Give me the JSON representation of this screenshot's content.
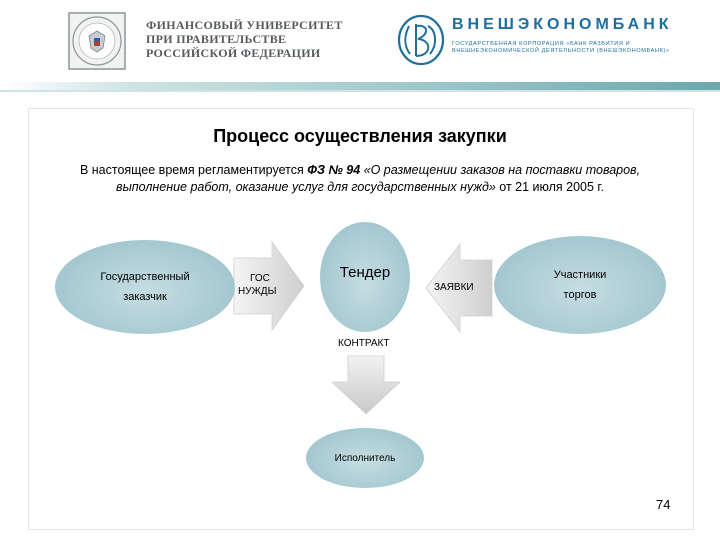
{
  "header": {
    "university_name_lines": [
      "ФИНАНСОВЫЙ УНИВЕРСИТЕТ",
      "ПРИ ПРАВИТЕЛЬСТВЕ",
      "РОССИЙСКОЙ ФЕДЕРАЦИИ"
    ],
    "bank_name": "ВНЕШЭКОНОМБАНК",
    "bank_sub_lines": [
      "ГОСУДАРСТВЕННАЯ КОРПОРАЦИЯ «БАНК РАЗВИТИЯ И",
      "ВНЕШНЕЭКОНОМИЧЕСКОЙ ДЕЯТЕЛЬНОСТИ (ВНЕШЭКОНОМБАНК)»"
    ],
    "accent_color": "#1f6f9c"
  },
  "slide": {
    "title": "Процесс осуществления закупки",
    "intro_lead": "В настоящее время регламентируется ",
    "intro_bold_italic": "ФЗ № 94",
    "intro_italic": " «О размещении заказов на поставки товаров, выполнение работ, оказание услуг для государственных нужд»",
    "intro_tail": " от 21 июля 2005 г.",
    "page_number": "74"
  },
  "diagram": {
    "nodes": {
      "customer": [
        "Государственный",
        "заказчик"
      ],
      "tender": "Тендер",
      "participants": [
        "Участники",
        "торгов"
      ],
      "executor": "Исполнитель"
    },
    "arrows": {
      "gov_needs": [
        "ГОС",
        "НУЖДЫ"
      ],
      "applications": "ЗАЯВКИ",
      "contract": "КОНТРАКТ"
    },
    "colors": {
      "node_fill": "#a4c8d0",
      "arrow_fill": "#d9d9d9"
    }
  }
}
